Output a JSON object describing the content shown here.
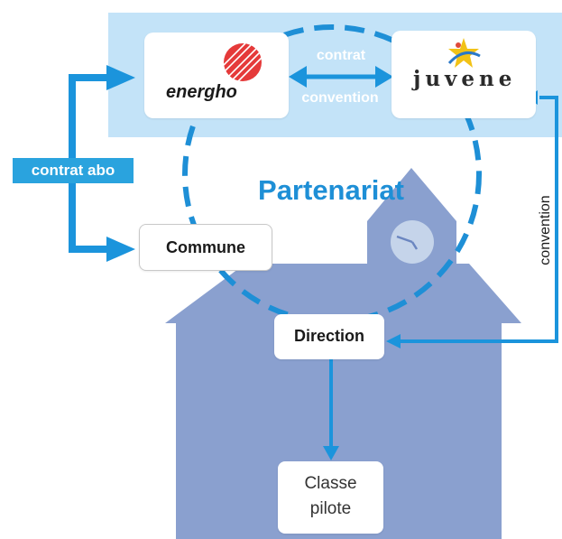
{
  "diagram": {
    "partenariat_label": "Partenariat",
    "contrat_abo_label": "contrat abo",
    "contrat_label": "contrat",
    "convention_label": "convention",
    "side_convention_label": "convention",
    "logos": {
      "energho": "energho",
      "juvene": "juvene"
    },
    "boxes": {
      "commune": "Commune",
      "direction": "Direction",
      "classe_line1": "Classe",
      "classe_line2": "pilote"
    }
  },
  "colors": {
    "top_band": "#c3e3f8",
    "accent_blue": "#1e8fd6",
    "arrow_blue": "#1b94dc",
    "building": "#8aa0cf",
    "clock_face": "#c5d4ea",
    "label_bg": "#2aa3de"
  }
}
